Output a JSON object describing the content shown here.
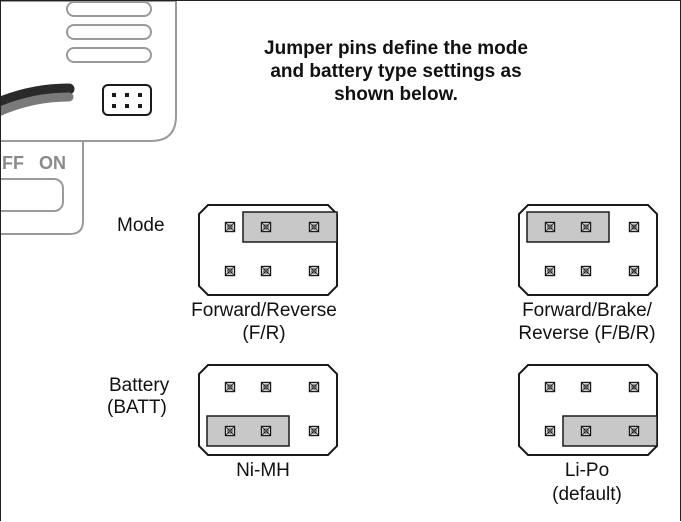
{
  "title_lines": [
    "Jumper pins define the mode",
    "and battery type settings as",
    "shown below."
  ],
  "switch": {
    "off_label": "FF",
    "on_label": "ON"
  },
  "row_labels": {
    "mode": "Mode",
    "battery": [
      "Battery",
      "(BATT)"
    ]
  },
  "jumpers": {
    "forward_reverse": {
      "label_lines": [
        "Forward/Reverse",
        "(F/R)"
      ]
    },
    "forward_brake_reverse": {
      "label_lines": [
        "Forward/Brake/",
        "Reverse (F/B/R)"
      ]
    },
    "ni_mh": {
      "label_lines": [
        "Ni-MH"
      ]
    },
    "li_po": {
      "label_lines": [
        "Li-Po",
        "(default)"
      ]
    }
  },
  "colors": {
    "outline": "#1a1a1a",
    "device_outline": "#9a9a9a",
    "jumper_fill": "#c8c8c8",
    "wire_dark": "#2a2a2a",
    "wire_grey": "#7a7a7a"
  }
}
